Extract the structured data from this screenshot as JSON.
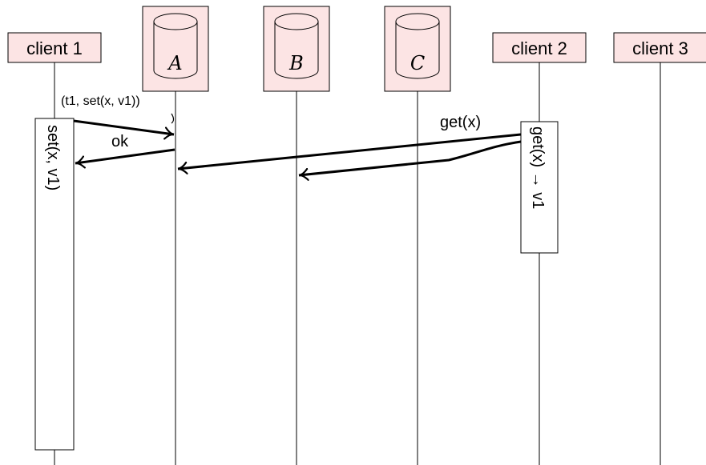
{
  "participants": {
    "client1": {
      "label": "client 1"
    },
    "dbA": {
      "label": "A"
    },
    "dbB": {
      "label": "B"
    },
    "dbC": {
      "label": "C"
    },
    "client2": {
      "label": "client 2"
    },
    "client3": {
      "label": "client 3"
    }
  },
  "messages": {
    "set_request": {
      "label": "(t1, set(x, v1))"
    },
    "ok_response": {
      "label": "ok"
    },
    "get_request": {
      "label": "get(x)"
    }
  },
  "activations": {
    "client1": {
      "label": "set(x, v1)"
    },
    "client2": {
      "label": "get(x) → v1"
    }
  },
  "colors": {
    "participant_fill": "#fce4e4",
    "stroke": "#000000",
    "background": "#ffffff"
  }
}
